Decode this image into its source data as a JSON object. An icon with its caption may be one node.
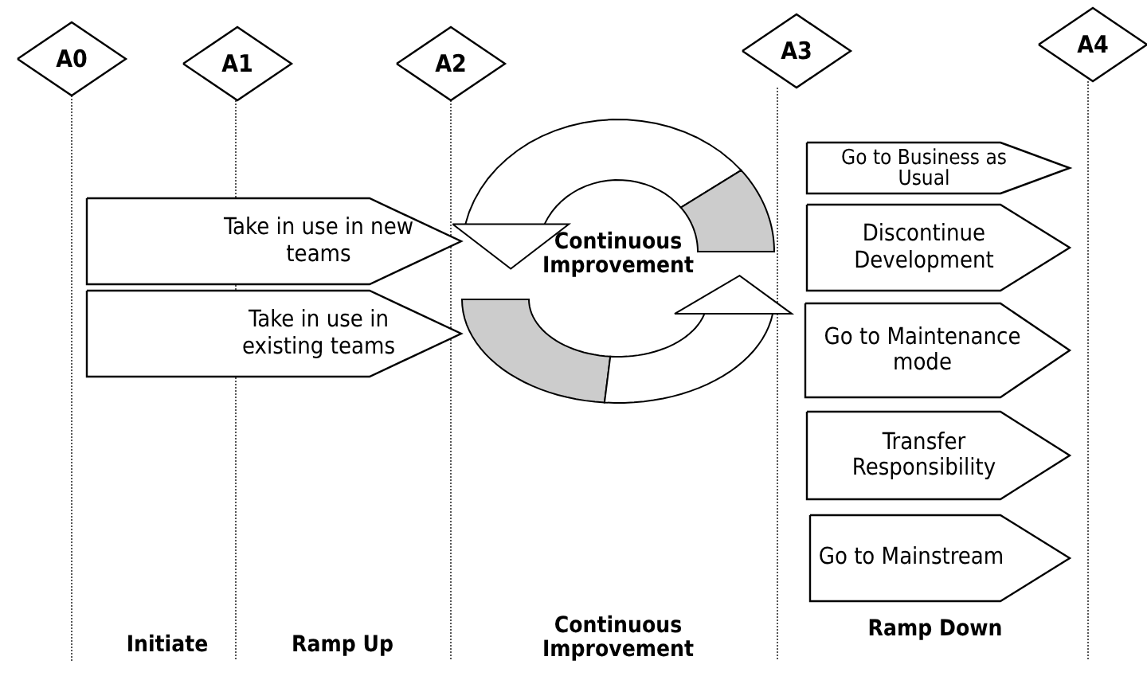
{
  "diagram": {
    "nodes": [
      {
        "text": [
          "A0"
        ]
      },
      {
        "text": [
          "A1"
        ]
      },
      {
        "text": [
          "A2"
        ]
      },
      {
        "text": [
          "A3"
        ]
      },
      {
        "text": [
          "A4"
        ]
      },
      {
        "text": [
          "Take in use in new teams"
        ]
      },
      {
        "text": [
          "Take in use in existing teams"
        ]
      },
      {
        "text": [
          "Go to Business as Usual"
        ]
      },
      {
        "text": [
          "Discontinue Development"
        ]
      },
      {
        "text": [
          "Go to Maintenance mode"
        ]
      },
      {
        "text": [
          "Transfer Responsibility"
        ]
      },
      {
        "text": [
          "Go to Mainstream"
        ]
      }
    ],
    "labels": [
      "Continuous Improvement",
      "Initiate",
      "Ramp Up",
      "Continuous Improvement",
      "Ramp Down"
    ]
  }
}
